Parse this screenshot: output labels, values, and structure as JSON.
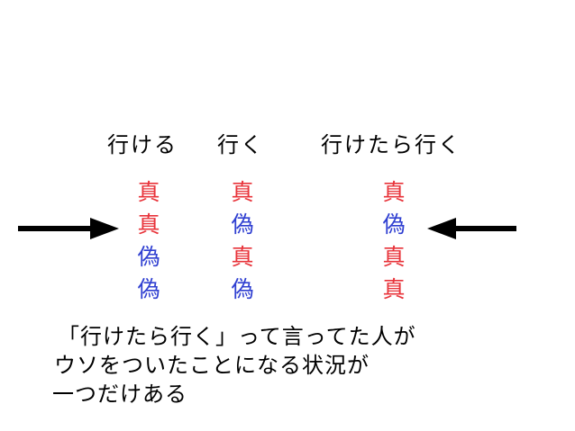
{
  "colors": {
    "true_value": "#e8333a",
    "false_value": "#2f3fd1",
    "text": "#000000",
    "arrow": "#000000"
  },
  "columns": [
    {
      "header": "行ける",
      "values": [
        "真",
        "真",
        "偽",
        "偽"
      ]
    },
    {
      "header": "行く",
      "values": [
        "真",
        "偽",
        "真",
        "偽"
      ]
    },
    {
      "header": "行けたら行く",
      "values": [
        "真",
        "偽",
        "真",
        "真"
      ]
    }
  ],
  "highlight_row": 1,
  "arrows": [
    {
      "icon": "right-arrow-icon",
      "direction": "right"
    },
    {
      "icon": "left-arrow-icon",
      "direction": "left"
    }
  ],
  "conclusion_lines": [
    "「行けたら行く」って言ってた人が",
    "ウソをついたことになる状況が",
    "一つだけある"
  ]
}
